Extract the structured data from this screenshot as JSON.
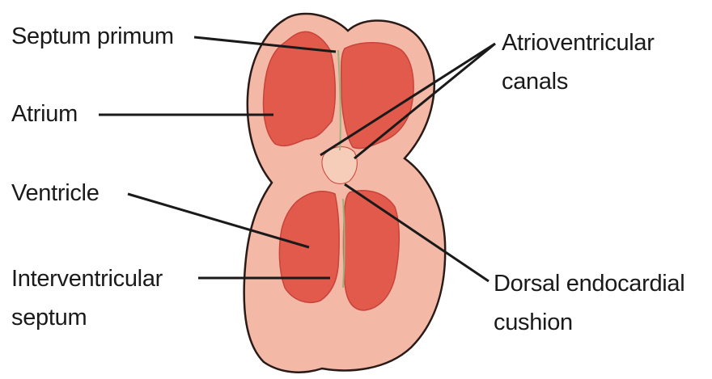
{
  "labels": {
    "septum_primum": "Septum primum",
    "atrium": "Atrium",
    "ventricle": "Ventricle",
    "interventricular_line1": "Interventricular",
    "interventricular_line2": "septum",
    "av_canals_line1": "Atrioventricular",
    "av_canals_line2": "canals",
    "dorsal_line1": "Dorsal endocardial",
    "dorsal_line2": "cushion"
  },
  "colors": {
    "outer_wall": "#f3b9a6",
    "outer_outline": "#2a1a18",
    "chamber_fill": "#e25a4c",
    "chamber_dark": "#c8433a",
    "cushion_fill": "#f6cdb9",
    "leader_line": "#1a1a1a",
    "septum_line": "#9bb37a"
  }
}
